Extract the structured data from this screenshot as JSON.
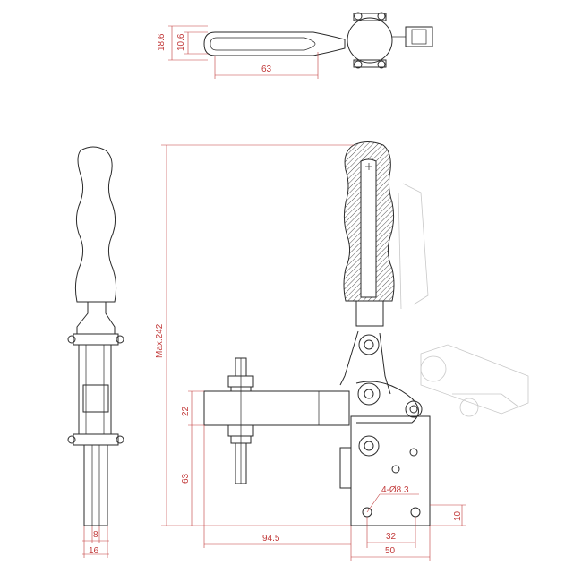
{
  "dimensions": {
    "top_view": {
      "overall_width": "18.6",
      "slot_width": "10.6",
      "slot_length": "63"
    },
    "front_view": {
      "max_height": "Max.242",
      "arm_height": "22",
      "base_height": "63",
      "reach": "94.5",
      "holes": "4-Ø8.3",
      "hole_offset": "10",
      "hole_pitch": "32",
      "base_width": "50"
    },
    "side_view": {
      "inner_width": "8",
      "outer_width": "16"
    }
  },
  "colors": {
    "outline": "#2a2a2a",
    "dimension": "#c23a3a",
    "ghost": "#c8c8c8"
  }
}
